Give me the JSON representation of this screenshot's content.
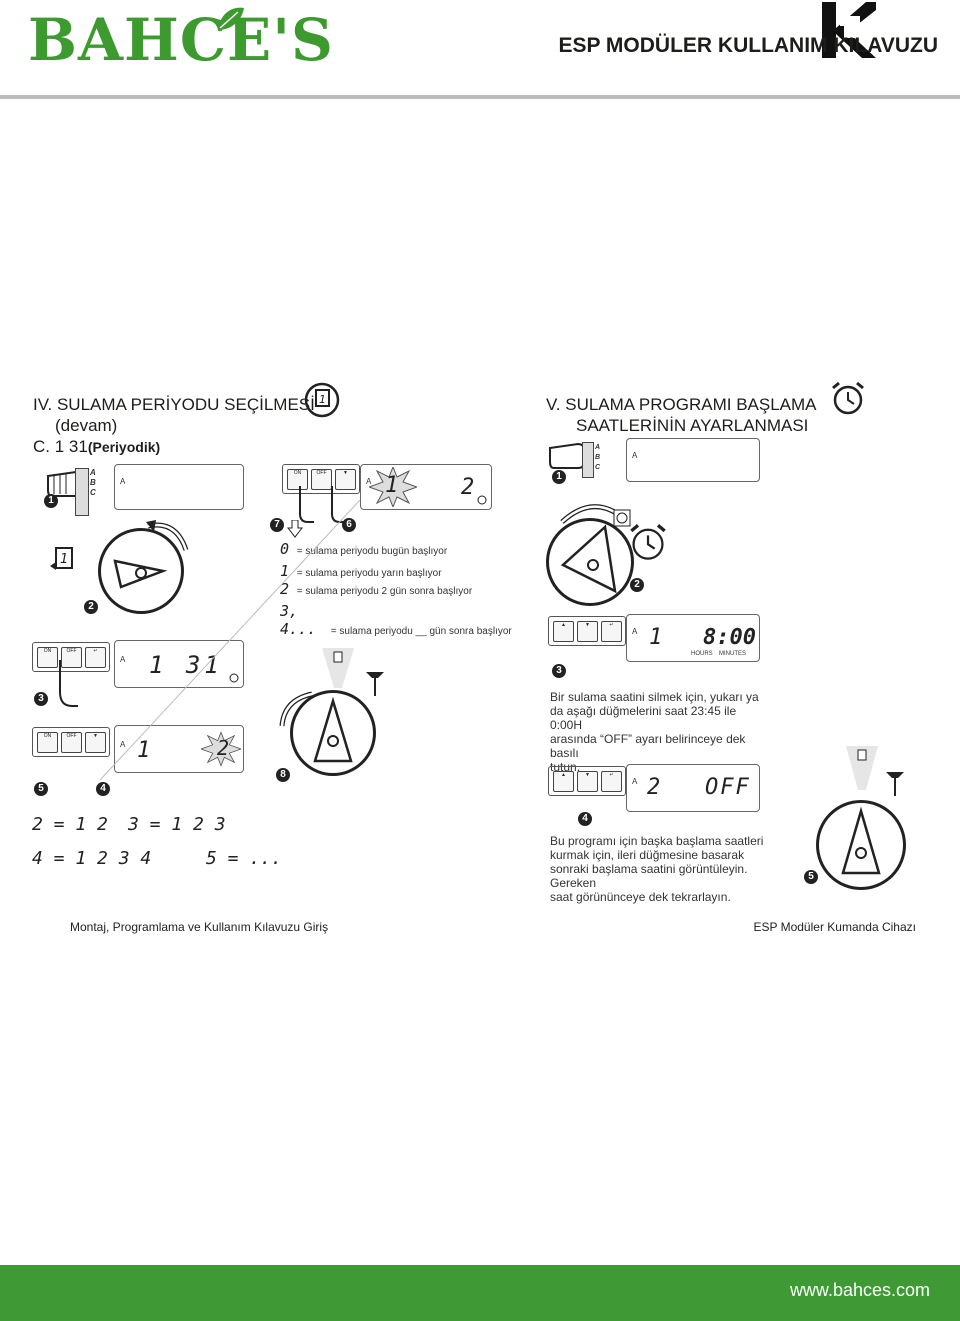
{
  "header": {
    "logo_text": "BAHCE'S",
    "title": "ESP MODÜLER KULLANIM KILAVUZU"
  },
  "section_iv": {
    "title_line1": "IV. SULAMA PERİYODU SEÇİLMESİ",
    "title_line2": "(devam)",
    "title_line3_prefix": "C. 1 31",
    "title_line3_suffix": "(Periyodik)",
    "abc": [
      "A",
      "B",
      "C"
    ],
    "lcd_a": "A",
    "lcd_top_digit_left": "1",
    "lcd_top_digit_right": "2",
    "legend": [
      {
        "symbol": "0",
        "text": "= sulama periyodu bugün başlıyor"
      },
      {
        "symbol": "1",
        "text": "= sulama periyodu yarın başlıyor"
      },
      {
        "symbol": "2",
        "text": "= sulama periyodu 2 gün sonra başlıyor"
      },
      {
        "symbol": "3, 4...",
        "text": "= sulama periyodu __ gün sonra başlıyor"
      }
    ],
    "lcd_131": "1 31",
    "lcd_1": "1",
    "lcd_2": "2",
    "buttons": [
      "ON",
      "OFF"
    ],
    "steps": [
      "1",
      "2",
      "3",
      "4",
      "5",
      "6",
      "7",
      "8"
    ],
    "seq_2": "2 = 1 2",
    "seq_3": "3 = 1 2 3",
    "seq_4": "4 = 1 2 3 4",
    "seq_5": "5 = ..."
  },
  "section_v": {
    "title_line1": "V.  SULAMA PROGRAMI BAŞLAMA",
    "title_line2": "SAATLERİNİN AYARLANMASI",
    "abc": [
      "A",
      "B",
      "C"
    ],
    "lcd_a": "A",
    "lcd_prog": "1",
    "lcd_time": "8:00",
    "hours_label": "HOURS",
    "minutes_label": "MINUTES",
    "note1_l1": "Bir sulama saatini silmek için, yukarı      ya",
    "note1_l2": "da aşağı      düğmelerini saat 23:45 ile 0:00H",
    "note1_l3": "arasında “OFF” ayarı belirinceye dek basılı",
    "note1_l4": "tutun.",
    "lcd_off_prog": "2",
    "lcd_off_text": "OFF",
    "note2_l1": "Bu programı için başka başlama saatleri",
    "note2_l2": "kurmak için, ileri             düğmesine basarak",
    "note2_l3": "sonraki başlama saatini görüntüleyin. Gereken",
    "note2_l4": "saat görününceye dek tekrarlayın.",
    "steps": [
      "1",
      "2",
      "3",
      "4",
      "5"
    ]
  },
  "footer": {
    "left": "Montaj, Programlama ve Kullanım Kılavuzu Giriş",
    "right": "ESP Modüler Kumanda Cihazı",
    "url": "www.bahces.com"
  },
  "colors": {
    "brand_green": "#3f9a35",
    "rule_gray": "#bcbcbc"
  }
}
